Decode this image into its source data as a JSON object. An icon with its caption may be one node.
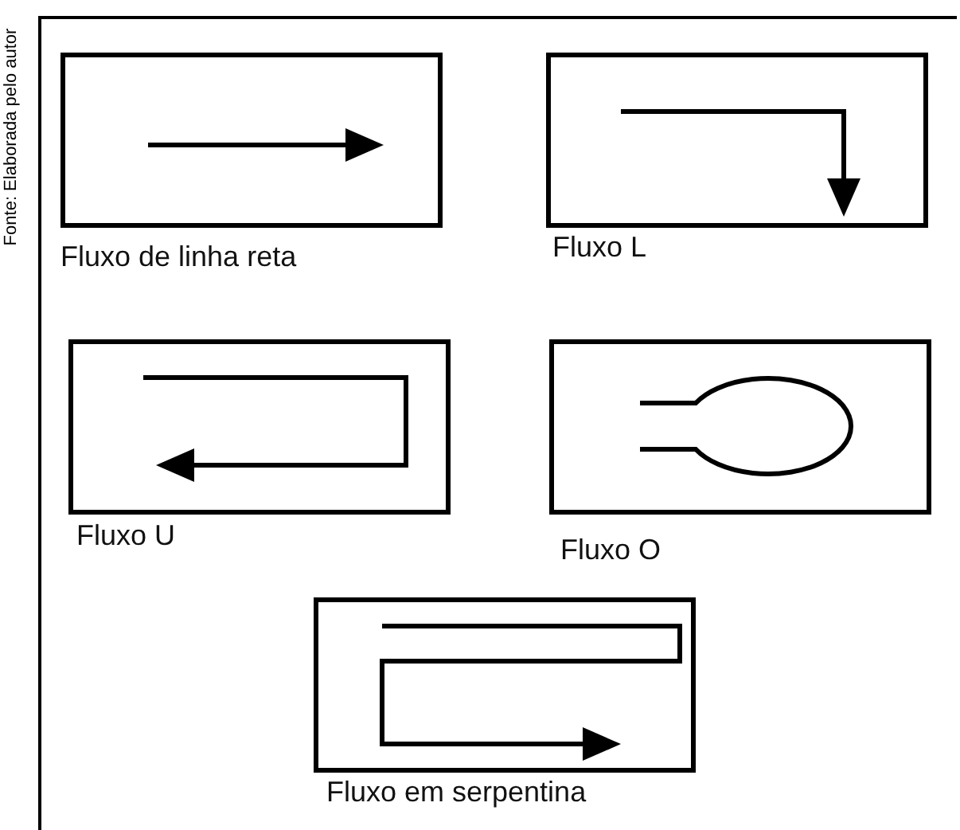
{
  "diagram": {
    "nodes": [
      {
        "text": [
          "Fluxo de linha reta"
        ]
      },
      {
        "text": [
          "Fluxo L"
        ]
      },
      {
        "text": [
          "Fluxo U"
        ]
      },
      {
        "text": [
          "Fluxo O"
        ]
      },
      {
        "text": [
          "Fluxo em serpentina"
        ]
      }
    ],
    "edges": [],
    "labels": [
      "Fonte: Elaborada pelo autor"
    ]
  }
}
